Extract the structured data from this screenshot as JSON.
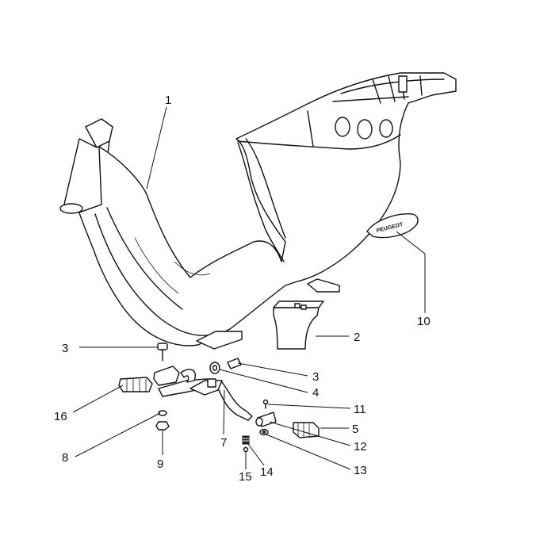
{
  "diagram": {
    "callouts": [
      {
        "id": "c1",
        "label": "1"
      },
      {
        "id": "c2",
        "label": "2"
      },
      {
        "id": "c3a",
        "label": "3"
      },
      {
        "id": "c3b",
        "label": "3"
      },
      {
        "id": "c4",
        "label": "4"
      },
      {
        "id": "c5",
        "label": "5"
      },
      {
        "id": "c7",
        "label": "7"
      },
      {
        "id": "c8",
        "label": "8"
      },
      {
        "id": "c9",
        "label": "9"
      },
      {
        "id": "c10",
        "label": "10"
      },
      {
        "id": "c11",
        "label": "11"
      },
      {
        "id": "c12",
        "label": "12"
      },
      {
        "id": "c13",
        "label": "13"
      },
      {
        "id": "c14",
        "label": "14"
      },
      {
        "id": "c15",
        "label": "15"
      },
      {
        "id": "c16",
        "label": "16"
      }
    ],
    "badge_text": "PEUGEOT"
  }
}
